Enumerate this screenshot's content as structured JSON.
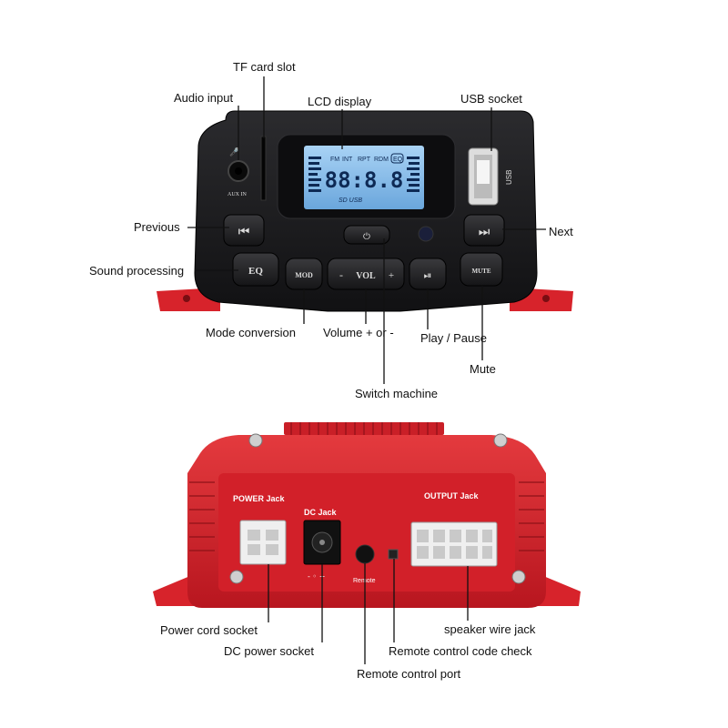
{
  "front": {
    "labels": {
      "tf_card_slot": "TF card slot",
      "audio_input": "Audio input",
      "lcd_display": "LCD display",
      "usb_socket": "USB socket",
      "previous": "Previous",
      "next": "Next",
      "sound_processing": "Sound processing",
      "mode_conversion": "Mode conversion",
      "volume": "Volume + or -",
      "play_pause": "Play / Pause",
      "mute": "Mute",
      "switch_machine": "Switch machine"
    },
    "panel": {
      "aux_in": "AUX IN",
      "lcd_indicators": [
        "FM",
        "INT",
        "RPT",
        "RDM",
        "EQ"
      ],
      "lcd_digits": "88:8.8",
      "lcd_bottom": "SD  USB",
      "eq_button": "EQ",
      "mod_button": "MOD",
      "vol_minus": "-",
      "vol_label": "VOL",
      "vol_plus": "+",
      "mute_button": "MUTE",
      "usb_text": "USB"
    }
  },
  "back": {
    "labels": {
      "power_cord_socket": "Power cord socket",
      "dc_power_socket": "DC power socket",
      "remote_control_port": "Remote control port",
      "remote_code_check": "Remote control code check",
      "speaker_wire_jack": "speaker wire jack"
    },
    "panel": {
      "power_jack": "POWER Jack",
      "dc_jack": "DC Jack",
      "output_jack": "OUTPUT Jack",
      "remote": "Remote",
      "dc_polarity": "- ◦ +"
    }
  },
  "colors": {
    "housing_black": "#1c1c1e",
    "chassis_red": "#d7232b",
    "lcd_blue": "#7fb8e8",
    "lcd_text": "#0e2a55"
  }
}
